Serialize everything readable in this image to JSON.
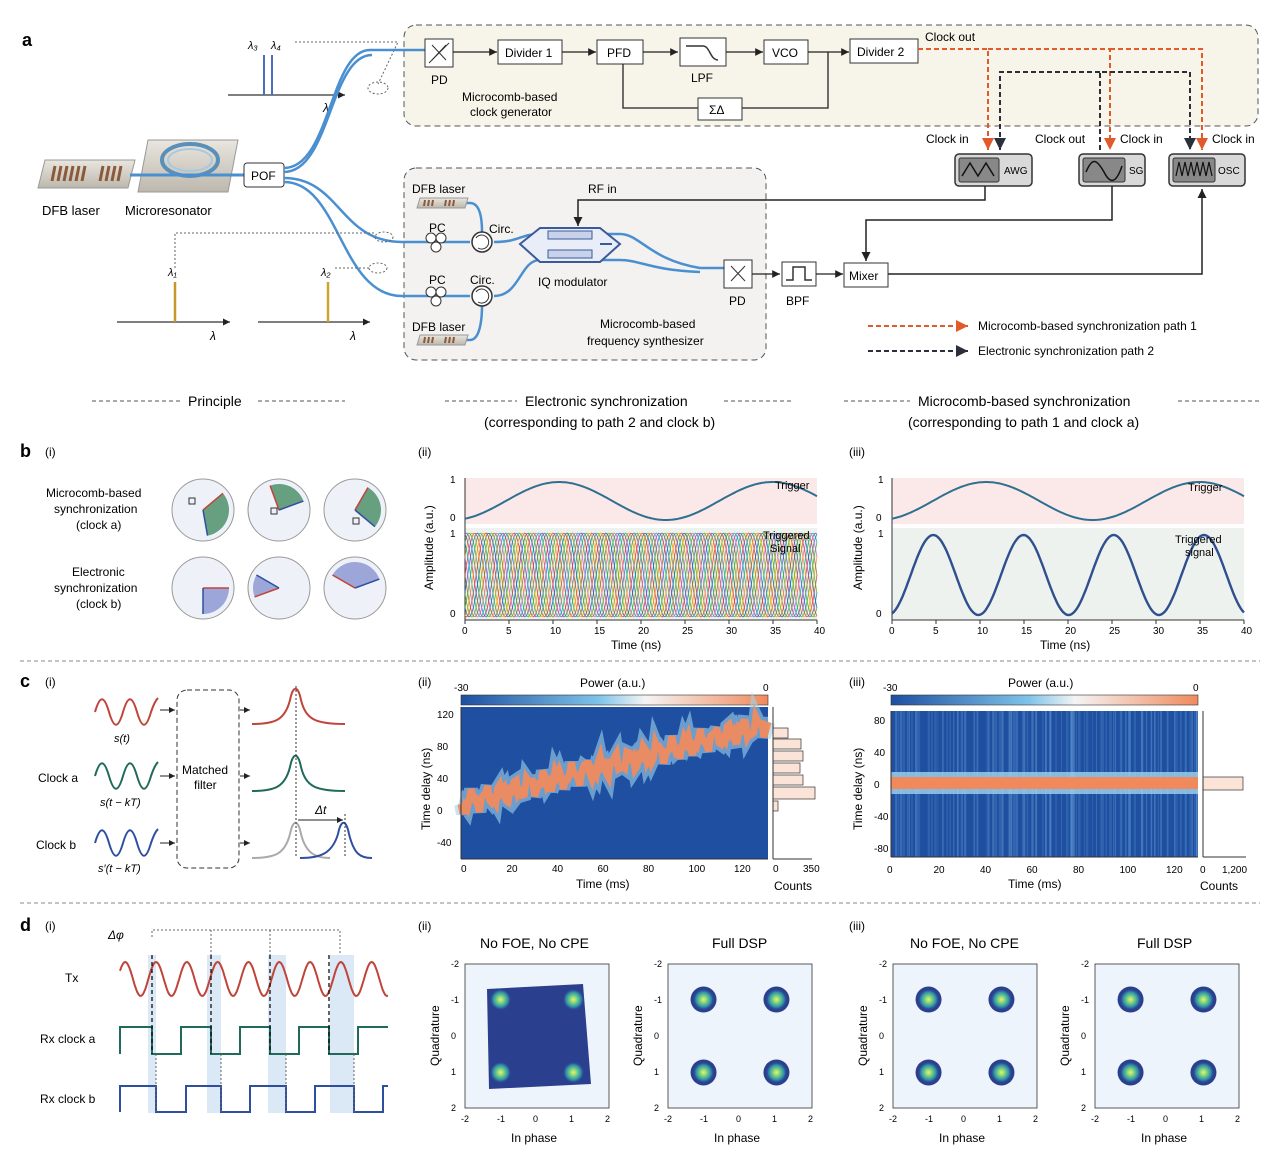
{
  "panel_letters": {
    "a": "a",
    "b": "b",
    "c": "c",
    "d": "d"
  },
  "panel_a": {
    "lambda34": {
      "l3": "λ₃",
      "l4": "λ₄"
    },
    "lambda_axis": "λ",
    "lambda1": "λ₁",
    "lambda2": "λ₂",
    "dfb_laser_left": "DFB laser",
    "microresonator": "Microresonator",
    "pof": "POF",
    "pd_top": "PD",
    "divider1": "Divider 1",
    "pfd": "PFD",
    "lpf": "LPF",
    "vco": "VCO",
    "divider2": "Divider 2",
    "sigma_delta": "ΣΔ",
    "clock_out_top": "Clock out",
    "clock_gen_line1": "Microcomb-based",
    "clock_gen_line2": "clock generator",
    "clock_in_awg": "Clock in",
    "clock_out_sg": "Clock out",
    "clock_in_sg": "Clock in",
    "clock_in_osc": "Clock in",
    "awg": "AWG",
    "sg": "SG",
    "osc": "OSC",
    "dfb_laser_top": "DFB laser",
    "dfb_laser_bottom": "DFB laser",
    "pc1": "PC",
    "pc2": "PC",
    "circ1": "Circ.",
    "circ2": "Circ.",
    "rf_in": "RF in",
    "iq_modulator": "IQ modulator",
    "pd_bottom": "PD",
    "bpf": "BPF",
    "mixer": "Mixer",
    "synth_line1": "Microcomb-based",
    "synth_line2": "frequency synthesizer",
    "legend_path1": "Microcomb-based synchronization path 1",
    "legend_path2": "Electronic synchronization path 2"
  },
  "section_headers": {
    "principle": "Principle",
    "electronic_line1": "Electronic synchronization",
    "electronic_line2": "(corresponding to path 2 and clock b)",
    "microcomb_line1": "Microcomb-based synchronization",
    "microcomb_line2": "(corresponding to path 1 and clock a)"
  },
  "panel_b": {
    "sub_i": "(i)",
    "sub_ii": "(ii)",
    "sub_iii": "(iii)",
    "row1_line1": "Microcomb-based",
    "row1_line2": "synchronization",
    "row1_line3": "(clock a)",
    "row2_line1": "Electronic",
    "row2_line2": "synchronization",
    "row2_line3": "(clock b)",
    "ylabel": "Amplitude (a.u.)",
    "xlabel": "Time (ns)",
    "trigger": "Trigger",
    "triggered_line1": "Triggered",
    "triggered_signal_ii": "Signal",
    "triggered_signal_iii": "signal",
    "xticks": [
      "0",
      "5",
      "10",
      "15",
      "20",
      "25",
      "30",
      "35",
      "40"
    ],
    "yticks_top": [
      "0",
      "1"
    ],
    "yticks_bottom": [
      "0",
      "1"
    ]
  },
  "panel_c": {
    "sub_i": "(i)",
    "sub_ii": "(ii)",
    "sub_iii": "(iii)",
    "s_t": "s(t)",
    "clock_a": "Clock a",
    "clock_b": "Clock b",
    "s_t_kT": "s(t − kT)",
    "s_prime": "s′(t − kT)",
    "matched_line1": "Matched",
    "matched_line2": "filter",
    "delta_t": "Δt",
    "power_label": "Power (a.u.)",
    "power_min": "-30",
    "power_max": "0",
    "ylabel": "Time delay (ns)",
    "xlabel": "Time (ms)",
    "counts": "Counts",
    "ii_yticks": [
      "120",
      "80",
      "40",
      "0",
      "-40"
    ],
    "ii_xticks": [
      "0",
      "20",
      "40",
      "60",
      "80",
      "100",
      "120"
    ],
    "ii_count_ticks": [
      "0",
      "350"
    ],
    "iii_yticks": [
      "80",
      "40",
      "0",
      "-40",
      "-80"
    ],
    "iii_xticks": [
      "0",
      "20",
      "40",
      "60",
      "80",
      "100",
      "120"
    ],
    "iii_count_ticks": [
      "0",
      "1,200"
    ]
  },
  "panel_d": {
    "sub_i": "(i)",
    "sub_ii": "(ii)",
    "sub_iii": "(iii)",
    "delta_phi": "Δφ",
    "tx": "Tx",
    "rx_a": "Rx clock a",
    "rx_b": "Rx clock b",
    "title_nofoe": "No FOE, No CPE",
    "title_full": "Full DSP",
    "xlabel": "In phase",
    "ylabel": "Quadrature",
    "ticks": [
      "-2",
      "-1",
      "0",
      "1",
      "2"
    ]
  },
  "colors": {
    "path1": "#e05a2b",
    "path2": "#2a2f3a",
    "fiber": "#4a8fd0",
    "heat_bg": "#1f4fa0",
    "heat_peak": "#f08a5d",
    "trace": "#2f4f8f"
  }
}
